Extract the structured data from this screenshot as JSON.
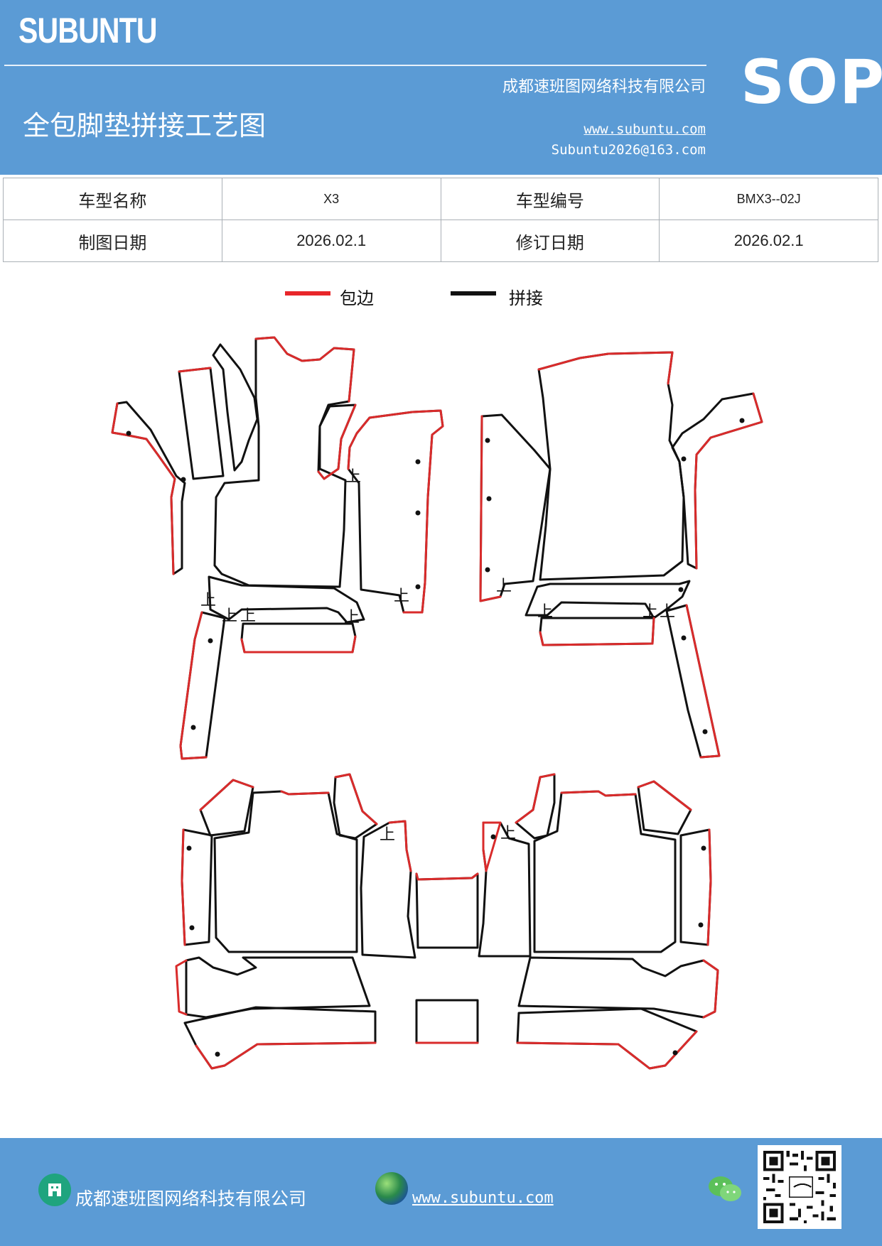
{
  "header": {
    "logo": "SUBUNTU",
    "company": "成都速班图网络科技有限公司",
    "title": "全包脚垫拼接工艺图",
    "website": "www.subuntu.com",
    "email": "Subuntu2026@163.com",
    "sop": "SOP"
  },
  "info": {
    "rows": [
      [
        "车型名称",
        "X3",
        "车型编号",
        "BMX3--02J"
      ],
      [
        "制图日期",
        "2026.02.1",
        "修订日期",
        "2026.02.1"
      ]
    ]
  },
  "legend": {
    "items": [
      {
        "label": "包边",
        "color": "#e8262a"
      },
      {
        "label": "拼接",
        "color": "#111111"
      }
    ]
  },
  "diagram": {
    "mark_label": "上",
    "colors": {
      "edge": "#d92b2b",
      "seam": "#111111"
    }
  },
  "footer": {
    "company": "成都速班图网络科技有限公司",
    "website": "www.subuntu.com "
  }
}
